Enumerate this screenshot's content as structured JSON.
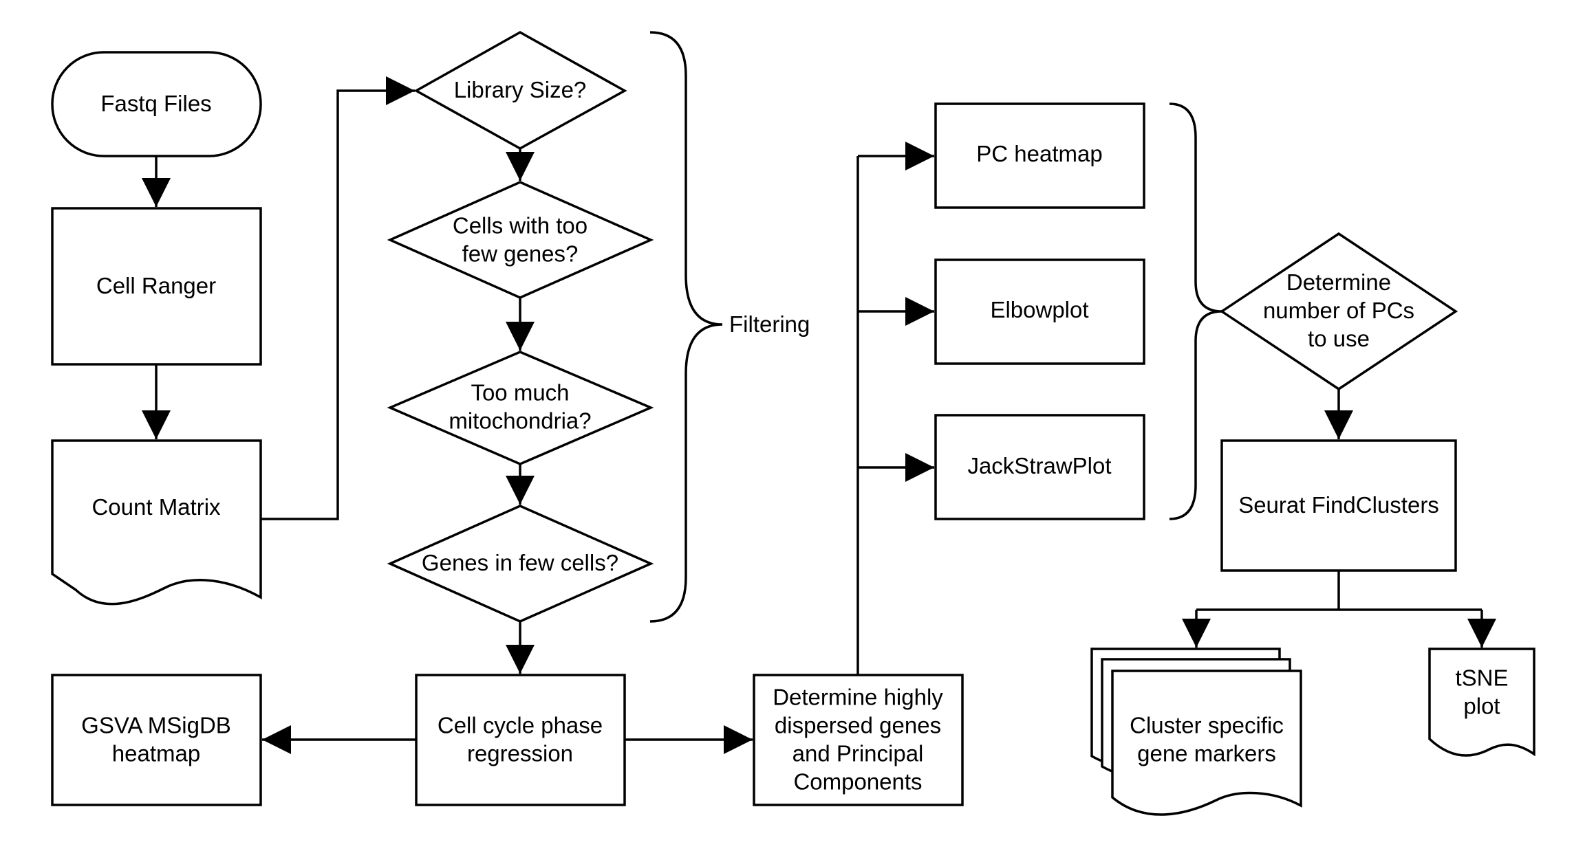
{
  "diagram": {
    "nodes": {
      "fastq": [
        "Fastq Files"
      ],
      "cellranger": [
        "Cell Ranger"
      ],
      "countmatrix": [
        "Count Matrix"
      ],
      "libsize": [
        "Library Size?"
      ],
      "fewgenes": [
        "Cells with too",
        "few genes?"
      ],
      "mito": [
        "Too much",
        "mitochondria?"
      ],
      "genesfew": [
        "Genes in few cells?"
      ],
      "cellcycle": [
        "Cell cycle phase",
        "regression"
      ],
      "gsva": [
        "GSVA MSigDB",
        "heatmap"
      ],
      "dispersed": [
        "Determine highly",
        "dispersed genes",
        "and Principal",
        "Components"
      ],
      "pcheatmap": [
        "PC heatmap"
      ],
      "elbow": [
        "Elbowplot"
      ],
      "jackstraw": [
        "JackStrawPlot"
      ],
      "numpcs": [
        "Determine",
        "number of PCs",
        "to use"
      ],
      "findclusters": [
        "Seurat FindClusters"
      ],
      "markers": [
        "Cluster specific",
        "gene markers"
      ],
      "tsne": [
        "tSNE",
        "plot"
      ]
    },
    "braces": {
      "filtering": "Filtering"
    }
  }
}
